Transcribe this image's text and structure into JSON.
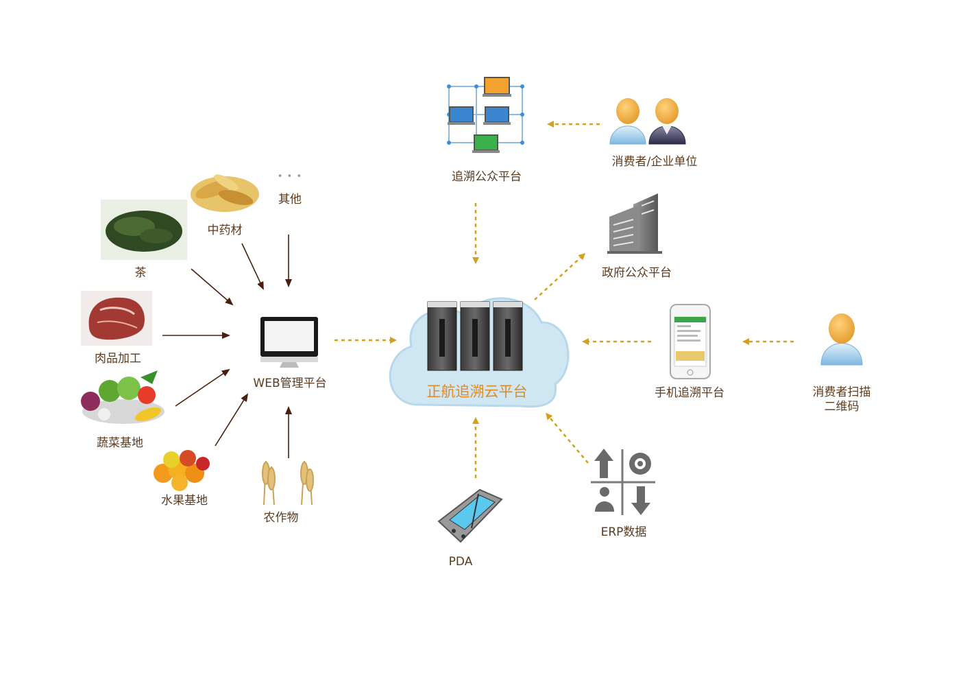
{
  "nodes": {
    "cloud": {
      "label": "正航追溯云平台"
    },
    "web": {
      "label": "WEB管理平台"
    },
    "public_trace": {
      "label": "追溯公众平台"
    },
    "consumer_enterprise": {
      "label": "消费者/企业单位"
    },
    "gov": {
      "label": "政府公众平台"
    },
    "mobile": {
      "label": "手机追溯平台"
    },
    "consumer_scan": {
      "label": "消费者扫描\n二维码"
    },
    "erp": {
      "label": "ERP数据"
    },
    "pda": {
      "label": "PDA"
    },
    "tea": {
      "label": "茶"
    },
    "herb": {
      "label": "中药材"
    },
    "other": {
      "label": "其他",
      "glyph": "• • •"
    },
    "meat": {
      "label": "肉品加工"
    },
    "veg": {
      "label": "蔬菜基地"
    },
    "fruit": {
      "label": "水果基地"
    },
    "crop": {
      "label": "农作物"
    }
  },
  "colors": {
    "gold": "#d4a11e",
    "brown": "#4a1e0e",
    "label": "#5b3a1e",
    "title": "#e08a1e",
    "cloud": "#cfe6f3"
  }
}
